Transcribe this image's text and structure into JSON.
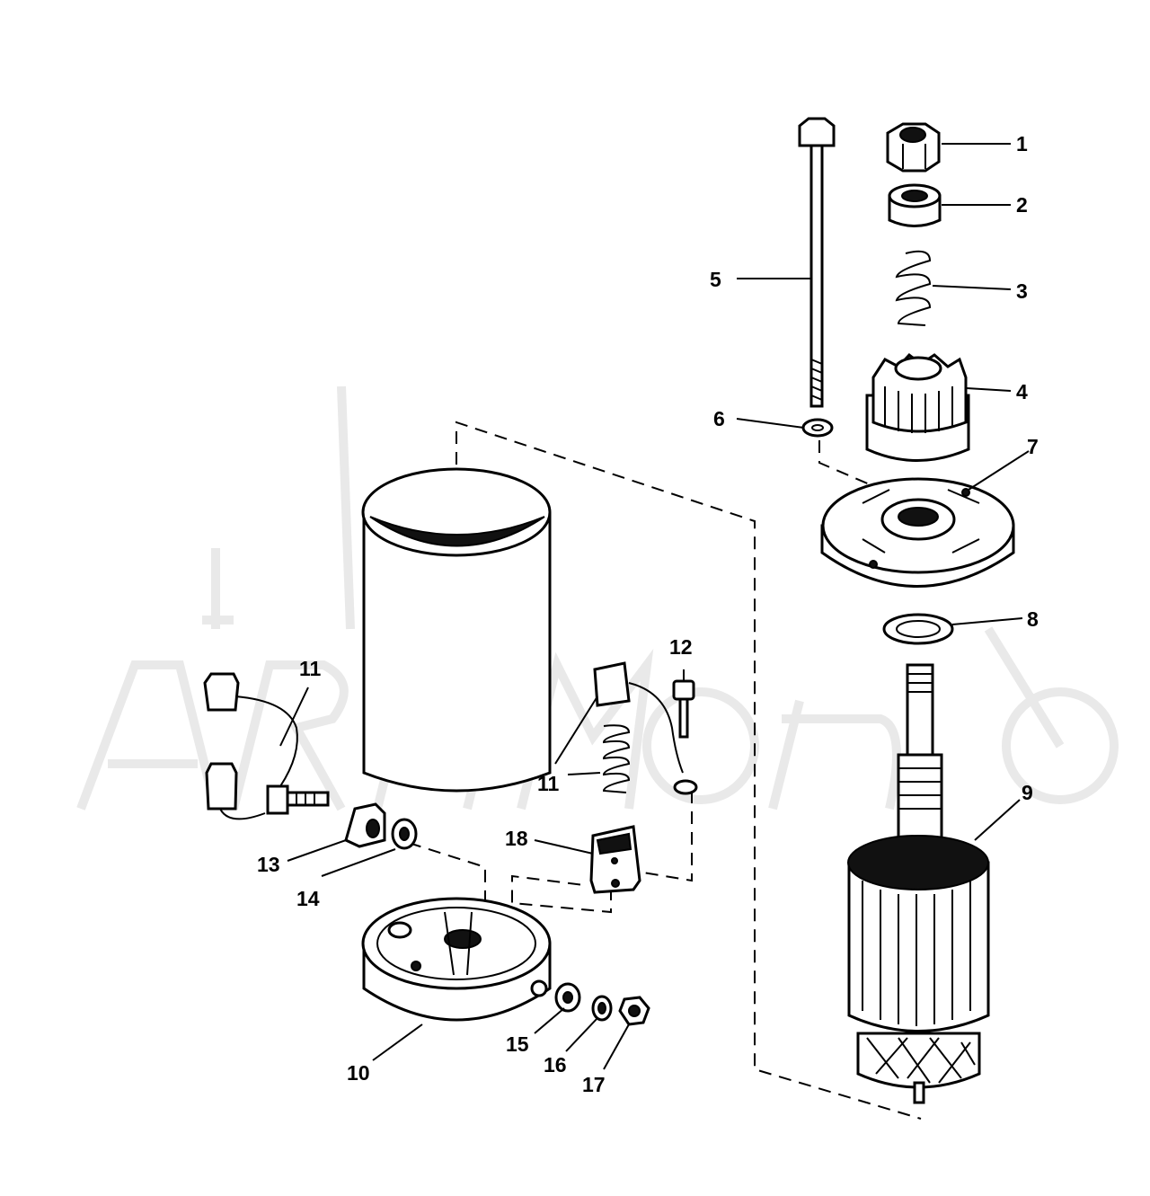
{
  "watermark": {
    "text": "ARTMOTO"
  },
  "callouts": [
    {
      "id": "1",
      "label": "1"
    },
    {
      "id": "2",
      "label": "2"
    },
    {
      "id": "3",
      "label": "3"
    },
    {
      "id": "4",
      "label": "4"
    },
    {
      "id": "5",
      "label": "5"
    },
    {
      "id": "6",
      "label": "6"
    },
    {
      "id": "7",
      "label": "7"
    },
    {
      "id": "8",
      "label": "8"
    },
    {
      "id": "9",
      "label": "9"
    },
    {
      "id": "10",
      "label": "10"
    },
    {
      "id": "11a",
      "label": "11"
    },
    {
      "id": "11b",
      "label": "11"
    },
    {
      "id": "12",
      "label": "12"
    },
    {
      "id": "13",
      "label": "13"
    },
    {
      "id": "14",
      "label": "14"
    },
    {
      "id": "15",
      "label": "15"
    },
    {
      "id": "16",
      "label": "16"
    },
    {
      "id": "17",
      "label": "17"
    },
    {
      "id": "18",
      "label": "18"
    }
  ]
}
